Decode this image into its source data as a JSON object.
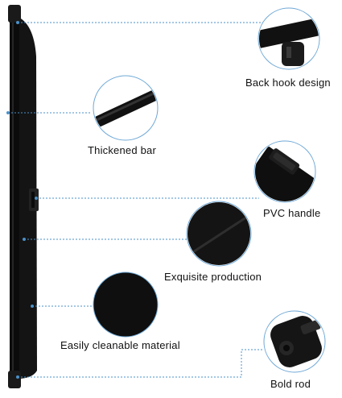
{
  "colors": {
    "background": "#ffffff",
    "product": "#111111",
    "callout_line": "#4a90c8",
    "circle_border": "#6fa8d6"
  },
  "features": [
    {
      "icon": "rear-hook-icon",
      "label": "Back hook design"
    },
    {
      "icon": "bar-icon",
      "label": "Thickened bar"
    },
    {
      "icon": "handle-icon",
      "label": "PVC handle"
    },
    {
      "icon": "fabric-texture-icon",
      "label": "Exquisite production"
    },
    {
      "icon": "fabric-surface-icon",
      "label": "Easily cleanable material"
    },
    {
      "icon": "rod-end-icon",
      "label": "Bold rod"
    }
  ]
}
